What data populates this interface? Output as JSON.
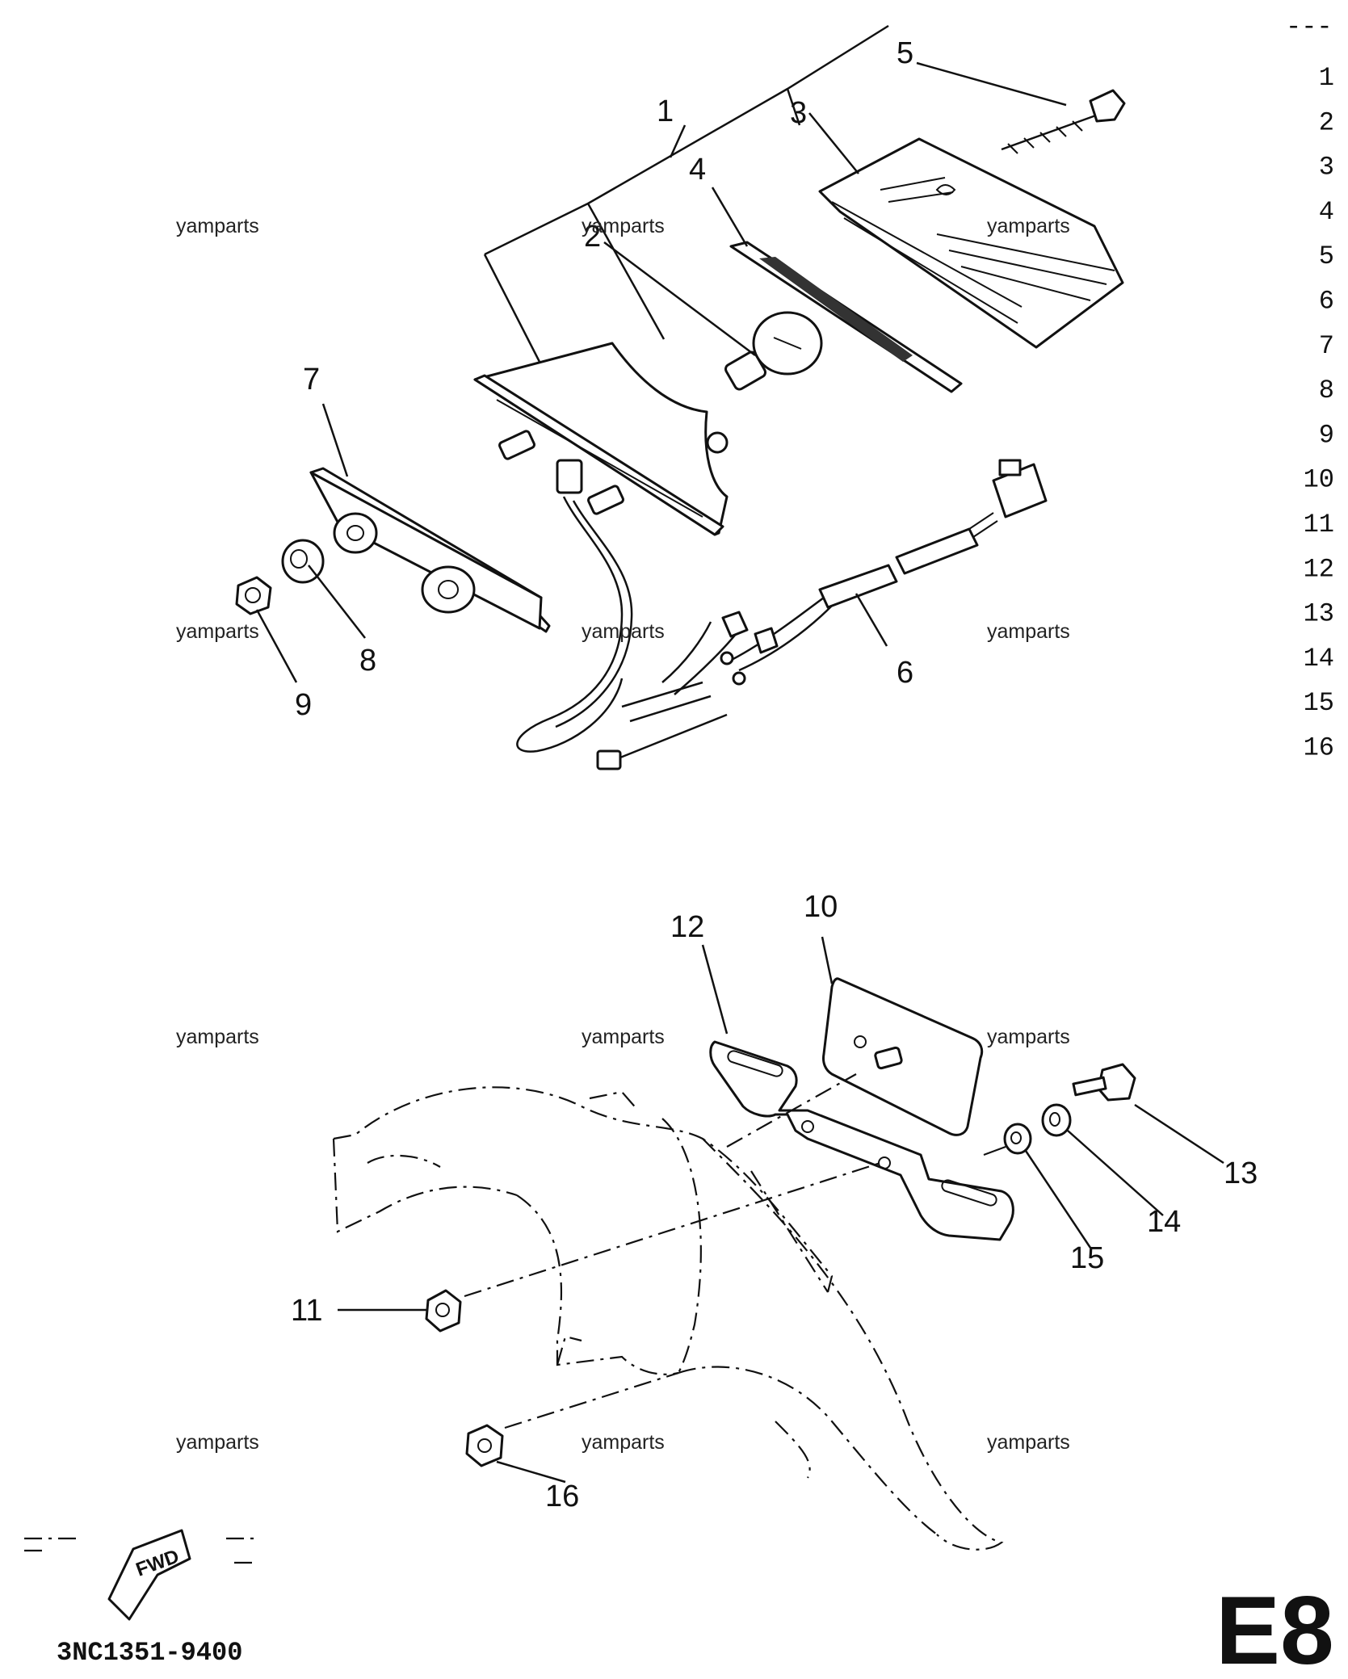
{
  "callouts": {
    "c1": "1",
    "c2": "2",
    "c3": "3",
    "c4": "4",
    "c5": "5",
    "c6": "6",
    "c7": "7",
    "c8": "8",
    "c9": "9",
    "c10": "10",
    "c11": "11",
    "c12": "12",
    "c13": "13",
    "c14": "14",
    "c15": "15",
    "c16": "16"
  },
  "reference_column": {
    "header": "---",
    "numbers": [
      "1",
      "2",
      "3",
      "4",
      "5",
      "6",
      "7",
      "8",
      "9",
      "10",
      "11",
      "12",
      "13",
      "14",
      "15",
      "16"
    ]
  },
  "watermark": "yamparts",
  "fwd_label": "FWD",
  "part_code": "3NC1351-9400",
  "page_code": "E8"
}
